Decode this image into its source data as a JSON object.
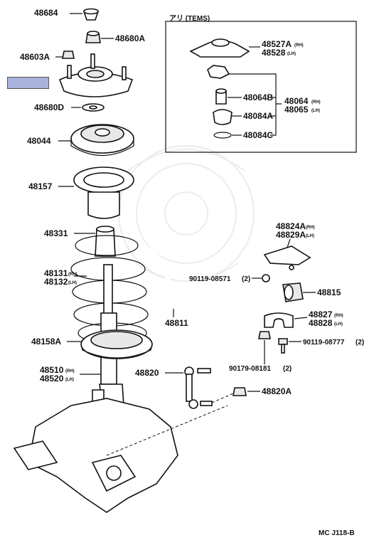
{
  "diagram": {
    "labels": {
      "p48684": "48684",
      "p48680A": "48680A",
      "p48603A": "48603A",
      "p48680D": "48680D",
      "p48044": "48044",
      "p48157": "48157",
      "p48331": "48331",
      "p48131": "48131",
      "p48132": "48132",
      "p48158A": "48158A",
      "p48510": "48510",
      "p48520": "48520",
      "p48811": "48811",
      "p48820": "48820",
      "p48820A": "48820A",
      "p48824A": "48824A",
      "p48829A": "48829A",
      "p90119_08571": "90119-08571",
      "p90119_08571_qty": "(2)",
      "p48815": "48815",
      "p48827": "48827",
      "p48828": "48828",
      "p90119_08777": "90119-08777",
      "p90119_08777_qty": "(2)",
      "p90179_08181": "90179-08181",
      "p90179_08181_qty": "(2)",
      "rh": "(RH)",
      "lh": "(LH)",
      "inset_title": "アリ (TEMS)",
      "p48527A": "48527A",
      "p48528": "48528",
      "p48064B": "48064B",
      "p48064": "48064",
      "p48065": "48065",
      "p48084A": "48084A",
      "p48084C": "48084C",
      "footer_code": "MC J118-B"
    },
    "colors": {
      "highlight_fill": "#aab2dc",
      "line": "#111111",
      "watermark": "#ececec"
    }
  }
}
